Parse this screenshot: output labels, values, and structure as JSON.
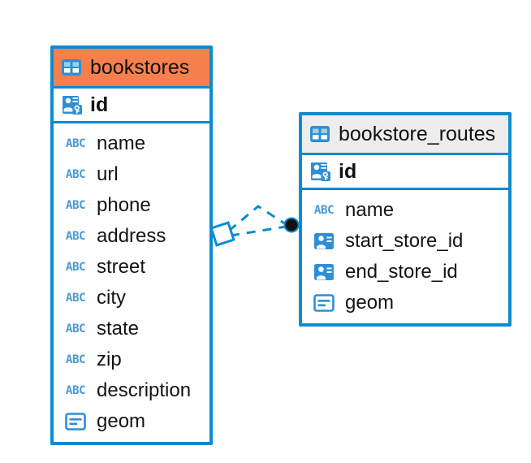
{
  "diagram": {
    "type": "entity-relationship-diagram",
    "background_color": "#ffffff",
    "accent_color": "#0d8bd0",
    "highlight_color": "#f5804e",
    "header_grey": "#ededed"
  },
  "entities": [
    {
      "name": "bookstores",
      "header_style": "orange",
      "icon": "table-icon",
      "primary_key": {
        "label": "id",
        "icon": "primary-key-icon"
      },
      "fields": [
        {
          "label": "name",
          "icon": "abc-icon",
          "icon_text": "ABC"
        },
        {
          "label": "url",
          "icon": "abc-icon",
          "icon_text": "ABC"
        },
        {
          "label": "phone",
          "icon": "abc-icon",
          "icon_text": "ABC"
        },
        {
          "label": "address",
          "icon": "abc-icon",
          "icon_text": "ABC"
        },
        {
          "label": "street",
          "icon": "abc-icon",
          "icon_text": "ABC"
        },
        {
          "label": "city",
          "icon": "abc-icon",
          "icon_text": "ABC"
        },
        {
          "label": "state",
          "icon": "abc-icon",
          "icon_text": "ABC"
        },
        {
          "label": "zip",
          "icon": "abc-icon",
          "icon_text": "ABC"
        },
        {
          "label": "description",
          "icon": "abc-icon",
          "icon_text": "ABC"
        },
        {
          "label": "geom",
          "icon": "geometry-icon"
        }
      ]
    },
    {
      "name": "bookstore_routes",
      "header_style": "grey",
      "icon": "table-icon",
      "primary_key": {
        "label": "id",
        "icon": "primary-key-icon"
      },
      "fields": [
        {
          "label": "name",
          "icon": "abc-icon",
          "icon_text": "ABC"
        },
        {
          "label": "start_store_id",
          "icon": "foreign-key-icon"
        },
        {
          "label": "end_store_id",
          "icon": "foreign-key-icon"
        },
        {
          "label": "geom",
          "icon": "geometry-icon"
        }
      ]
    }
  ],
  "relationship": {
    "style": "dashed",
    "color": "#0d8bd0",
    "source_endpoint": "diamond",
    "target_endpoint": "filled-circle",
    "from": "bookstores",
    "to": "bookstore_routes"
  }
}
